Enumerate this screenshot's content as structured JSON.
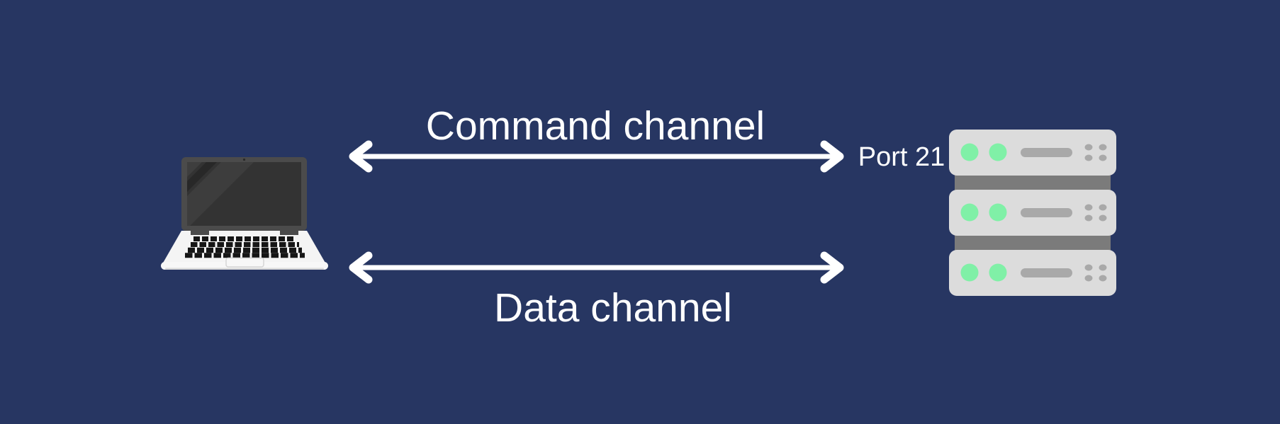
{
  "diagram": {
    "type": "network-channel-diagram",
    "background_color": "#273662",
    "text_color": "#FFFFFF",
    "client": {
      "icon": "laptop-icon"
    },
    "server": {
      "icon": "server-rack-icon",
      "port_label": "Port 21"
    },
    "channels": [
      {
        "label": "Command channel",
        "direction": "bidirectional"
      },
      {
        "label": "Data channel",
        "direction": "bidirectional"
      }
    ],
    "colors": {
      "arrow": "#FFFFFF",
      "server_led_green": "#80F0A7",
      "server_body_gray": "#DCDCDC",
      "server_connector_gray": "#7B7B7B",
      "server_detail_gray": "#A9A9A9",
      "laptop_bezel_dark": "#4B4B4B",
      "laptop_screen_dark": "#333333",
      "laptop_body_white": "#F4F4F4"
    }
  }
}
